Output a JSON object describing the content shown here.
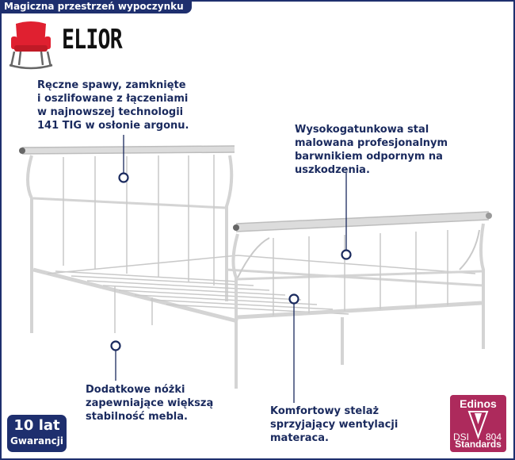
{
  "header": {
    "tagline": "Magiczna przestrzeń wypoczynku"
  },
  "brand": {
    "name": "ELIOR"
  },
  "callouts": {
    "welds": [
      "Ręczne spawy, zamknięte",
      "i oszlifowane z łączeniami",
      "w najnowszej technologii",
      "141 TIG w osłonie argonu."
    ],
    "steel": [
      "Wysokogatunkowa stal",
      "malowana profesjonalnym",
      "barwnikiem odpornym na",
      "uszkodzenia."
    ],
    "legs": [
      "Dodatkowe nóżki",
      "zapewniające większą",
      "stabilność mebla."
    ],
    "frame": [
      "Komfortowy stelaż",
      "sprzyjający wentylacji",
      "materaca."
    ]
  },
  "badges": {
    "warranty": {
      "line1": "10 lat",
      "line2": "Gwarancji"
    },
    "edinos": {
      "title": "Edinos",
      "code_left": "DSI",
      "code_right": "804",
      "footer": "Standards"
    }
  },
  "colors": {
    "navy": "#1e2f6e",
    "text": "#1a2a5e",
    "edinos": "#ad2a5c",
    "chair": "#e02030"
  }
}
